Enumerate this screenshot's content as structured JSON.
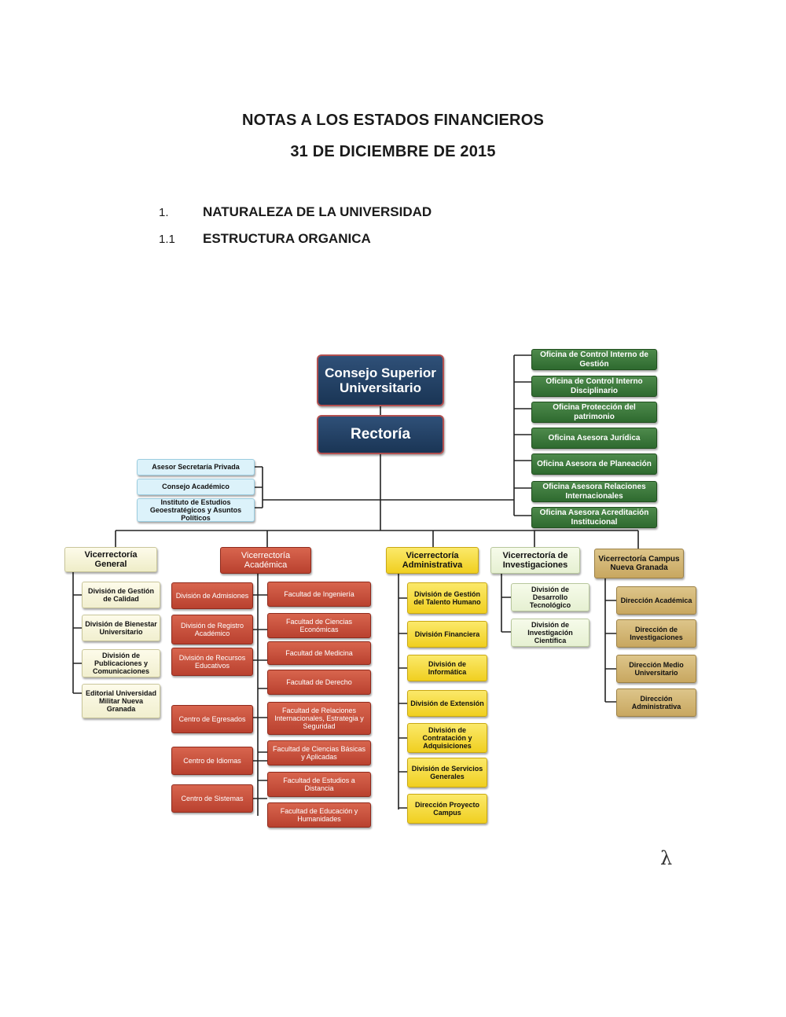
{
  "header": {
    "line1": "NOTAS A LOS ESTADOS FINANCIEROS",
    "line2": "31 DE DICIEMBRE DE 2015"
  },
  "sections": [
    {
      "num": "1.",
      "title": "NATURALEZA DE LA UNIVERSIDAD"
    },
    {
      "num": "1.1",
      "title": "ESTRUCTURA ORGANICA"
    }
  ],
  "org": {
    "consejo": "Consejo Superior Universitario",
    "rectoria": "Rectoría",
    "oficinas": [
      "Oficina de Control Interno de Gestión",
      "Oficina de Control Interno Disciplinario",
      "Oficina Protección del patrimonio",
      "Oficina Asesora Jurídica",
      "Oficina Asesora de Planeación",
      "Oficina Asesora Relaciones Internacionales",
      "Oficina Asesora Acreditación Institucional"
    ],
    "asesores": [
      "Asesor Secretaría Privada",
      "Consejo Académico",
      "Instituto de Estudios Geoestratégicos y Asuntos Políticos"
    ],
    "vicerrectorias": {
      "general": {
        "title": "Vicerrectoría General",
        "items": [
          "División de Gestión de Calidad",
          "División de Bienestar Universitario",
          "División de Publicaciones y Comunicaciones",
          "Editorial Universidad Militar Nueva Granada"
        ]
      },
      "academica": {
        "title": "Vicerrectoría Académica",
        "left": [
          "División de Admisiones",
          "División de Registro Académico",
          "División de Recursos Educativos",
          "Centro de Egresados",
          "Centro de Idiomas",
          "Centro de Sistemas"
        ],
        "right": [
          "Facultad de Ingeniería",
          "Facultad de Ciencias Económicas",
          "Facultad de Medicina",
          "Facultad de Derecho",
          "Facultad de Relaciones Internacionales, Estrategia y Seguridad",
          "Facultad de Ciencias Básicas y Aplicadas",
          "Facultad de Estudios a Distancia",
          "Facultad de Educación y Humanidades"
        ]
      },
      "administrativa": {
        "title": "Vicerrectoría Administrativa",
        "items": [
          "División de Gestión del Talento Humano",
          "División Financiera",
          "División de Informática",
          "División de Extensión",
          "División de Contratación y Adquisiciones",
          "División de Servicios Generales",
          "Dirección Proyecto Campus"
        ]
      },
      "investigaciones": {
        "title": "Vicerrectoría de Investigaciones",
        "items": [
          "División de Desarrollo Tecnológico",
          "División de Investigación Científica"
        ]
      },
      "campus": {
        "title": "Vicerrectoría Campus Nueva Granada",
        "items": [
          "Dirección Académica",
          "Dirección de Investigaciones",
          "Dirección Medio Universitario",
          "Dirección Administrativa"
        ]
      }
    }
  },
  "colors": {
    "navy": "#1f3a5f",
    "green": "#3a7a3a",
    "light_blue": "#dcf2fa",
    "cream": "#f7f5dc",
    "red": "#c8503a",
    "yellow": "#f5dc3c",
    "light_green": "#eef5df",
    "tan": "#d4b674"
  },
  "page_mark": "λ"
}
